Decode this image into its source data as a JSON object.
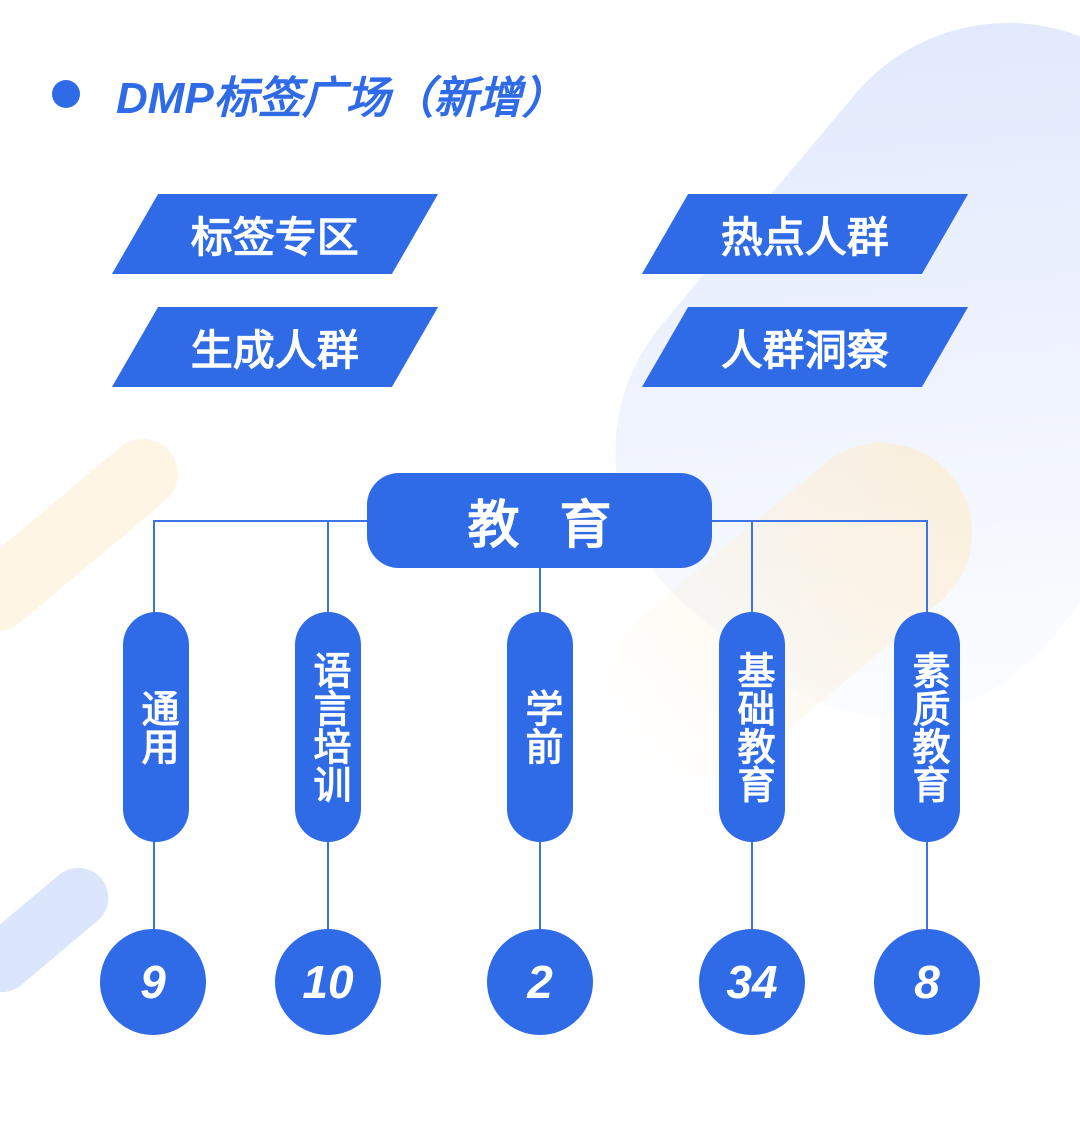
{
  "title": "DMP标签广场（新增）",
  "buttons": [
    "标签专区",
    "热点人群",
    "生成人群",
    "人群洞察"
  ],
  "root": "教育",
  "categories": [
    {
      "label": "通用",
      "count": "9"
    },
    {
      "label": "语言培训",
      "count": "10"
    },
    {
      "label": "学前",
      "count": "2"
    },
    {
      "label": "基础教育",
      "count": "34"
    },
    {
      "label": "素质教育",
      "count": "8"
    }
  ],
  "colors": {
    "accent": "#2f6be6"
  }
}
